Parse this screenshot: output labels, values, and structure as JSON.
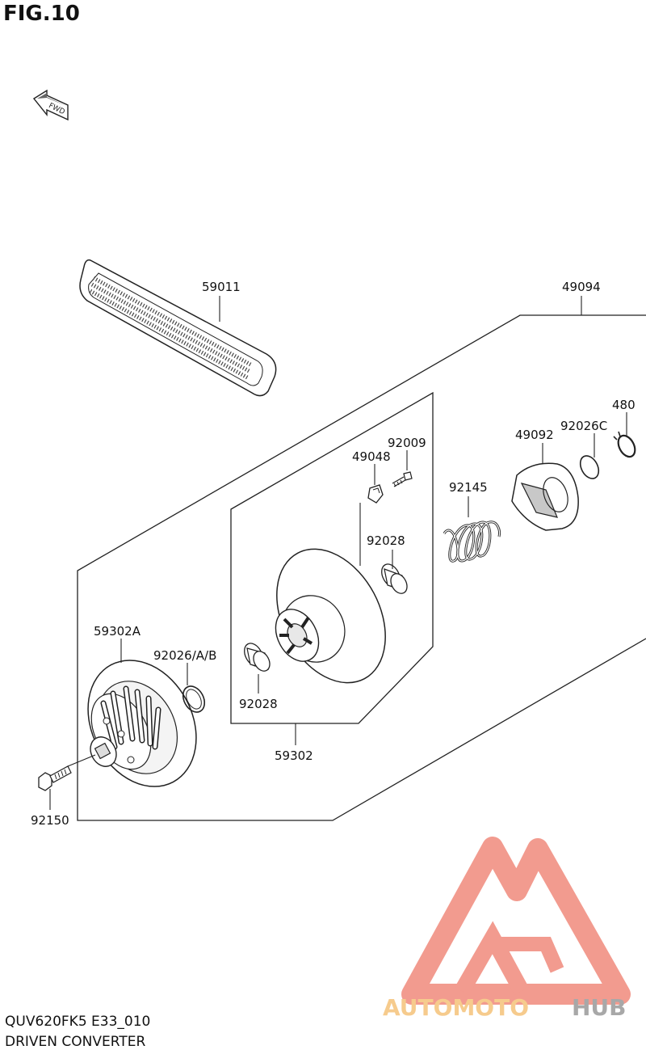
{
  "figure": {
    "title": "FIG.10",
    "fwd_label": "FWD"
  },
  "parts": [
    {
      "number": "59011"
    },
    {
      "number": "49094"
    },
    {
      "number": "480"
    },
    {
      "number": "92026C"
    },
    {
      "number": "49092"
    },
    {
      "number": "92009"
    },
    {
      "number": "49048"
    },
    {
      "number": "92145"
    },
    {
      "number": "92028"
    },
    {
      "number": "59302A"
    },
    {
      "number": "92026/A/B"
    },
    {
      "number": "92028"
    },
    {
      "number": "59302"
    },
    {
      "number": "92150"
    }
  ],
  "footer": {
    "model_code": "QUV620FK5 E33_010",
    "section_name": "DRIVEN CONVERTER"
  },
  "watermark": {
    "brand_part1": "AUTOMOTO",
    "brand_part2": "HUB",
    "color_primary": "#f08a7c",
    "color_secondary": "#f5c37a",
    "color_hub": "#9a9a9a"
  }
}
